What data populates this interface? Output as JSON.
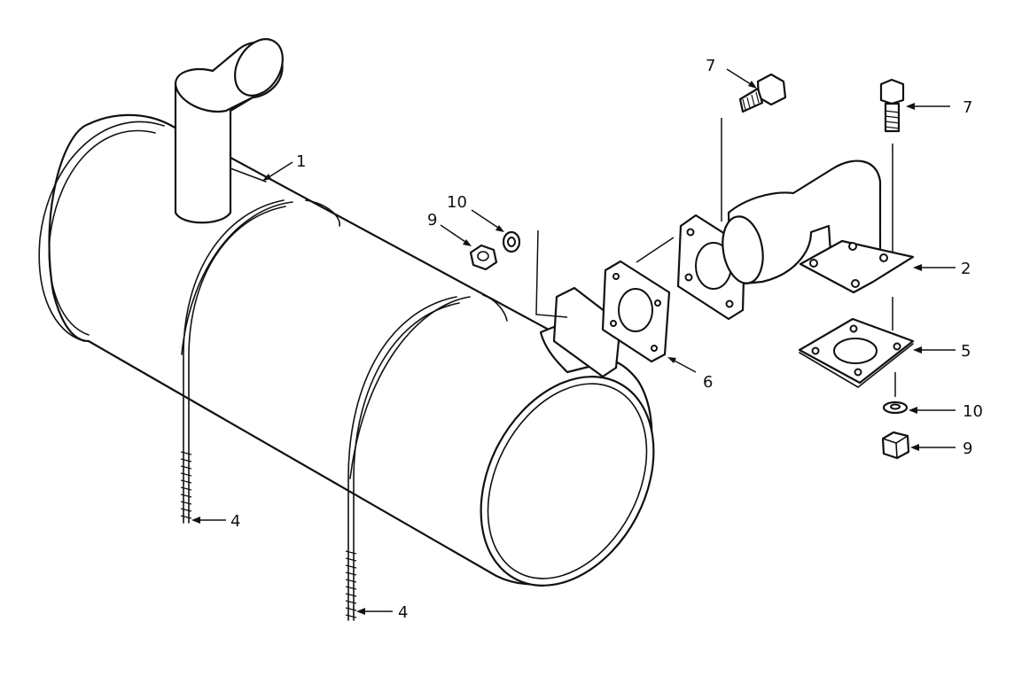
{
  "callouts": {
    "muffler": "1",
    "pipe": "2",
    "u_bolt_left": "4",
    "u_bolt_right": "4",
    "gasket_lower": "5",
    "gasket_mid": "6",
    "bolt_upper_left": "7",
    "bolt_upper_right": "7",
    "nut_left": "9",
    "nut_right": "9",
    "washer_left": "10",
    "washer_right": "10"
  }
}
